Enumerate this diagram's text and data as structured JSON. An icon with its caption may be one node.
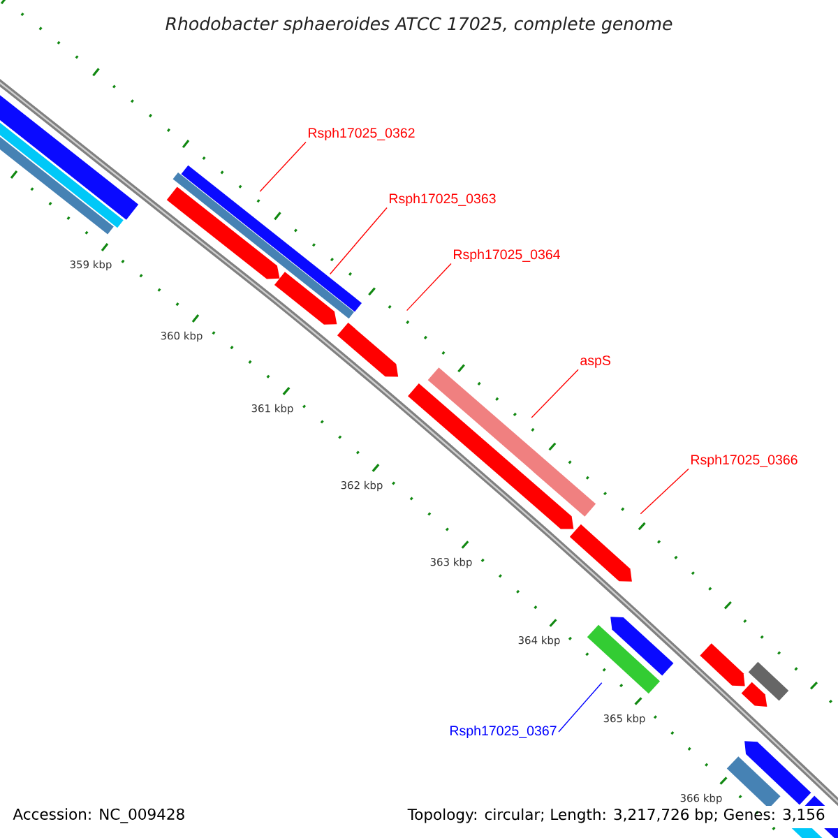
{
  "diagram": {
    "title": "Rhodobacter sphaeroides ATCC 17025, complete genome",
    "nodes": [
      {
        "text": [
          "Rsph17025_0362"
        ]
      },
      {
        "text": [
          "Rsph17025_0363"
        ]
      },
      {
        "text": [
          "Rsph17025_0364"
        ]
      },
      {
        "text": [
          "aspS"
        ]
      },
      {
        "text": [
          "Rsph17025_0366"
        ]
      },
      {
        "text": [
          "Rsph17025_0367"
        ]
      },
      {
        "text": [],
        "shape": "bar"
      },
      {
        "text": [],
        "shape": "bar"
      },
      {
        "text": [],
        "shape": "bar"
      },
      {
        "text": [],
        "shape": "bar"
      },
      {
        "text": [],
        "shape": "bar"
      },
      {
        "text": [],
        "shape": "arrow"
      },
      {
        "text": [],
        "shape": "arrow"
      },
      {
        "text": [],
        "shape": "arrow"
      },
      {
        "text": [],
        "shape": "arrow"
      },
      {
        "text": [],
        "shape": "bar"
      },
      {
        "text": [],
        "shape": "arrow"
      },
      {
        "text": [],
        "shape": "bar"
      },
      {
        "text": [],
        "shape": "arrow"
      },
      {
        "text": [],
        "shape": "arrow"
      },
      {
        "text": [],
        "shape": "bar"
      },
      {
        "text": [],
        "shape": "arrow"
      },
      {
        "text": [],
        "shape": "arrow"
      },
      {
        "text": [],
        "shape": "bar"
      },
      {
        "text": [],
        "shape": "bar"
      },
      {
        "text": [],
        "shape": "bar"
      }
    ],
    "edges": [
      {
        "from": 0,
        "to": 11,
        "arrow": "none"
      },
      {
        "from": 1,
        "to": 12,
        "arrow": "none"
      },
      {
        "from": 2,
        "to": 13,
        "arrow": "none"
      },
      {
        "from": 3,
        "to": 15,
        "arrow": "none"
      },
      {
        "from": 4,
        "to": 16,
        "arrow": "none"
      },
      {
        "from": 5,
        "to": 17,
        "arrow": "none",
        "color": "#0000ff"
      }
    ],
    "labels": [
      "359 kbp",
      "360 kbp",
      "361 kbp",
      "362 kbp",
      "363 kbp",
      "364 kbp",
      "365 kbp",
      "366 kbp",
      "Accession: NC_009428",
      "Topology: circular; Length: 3,217,726 bp; Genes: 3,156"
    ]
  }
}
